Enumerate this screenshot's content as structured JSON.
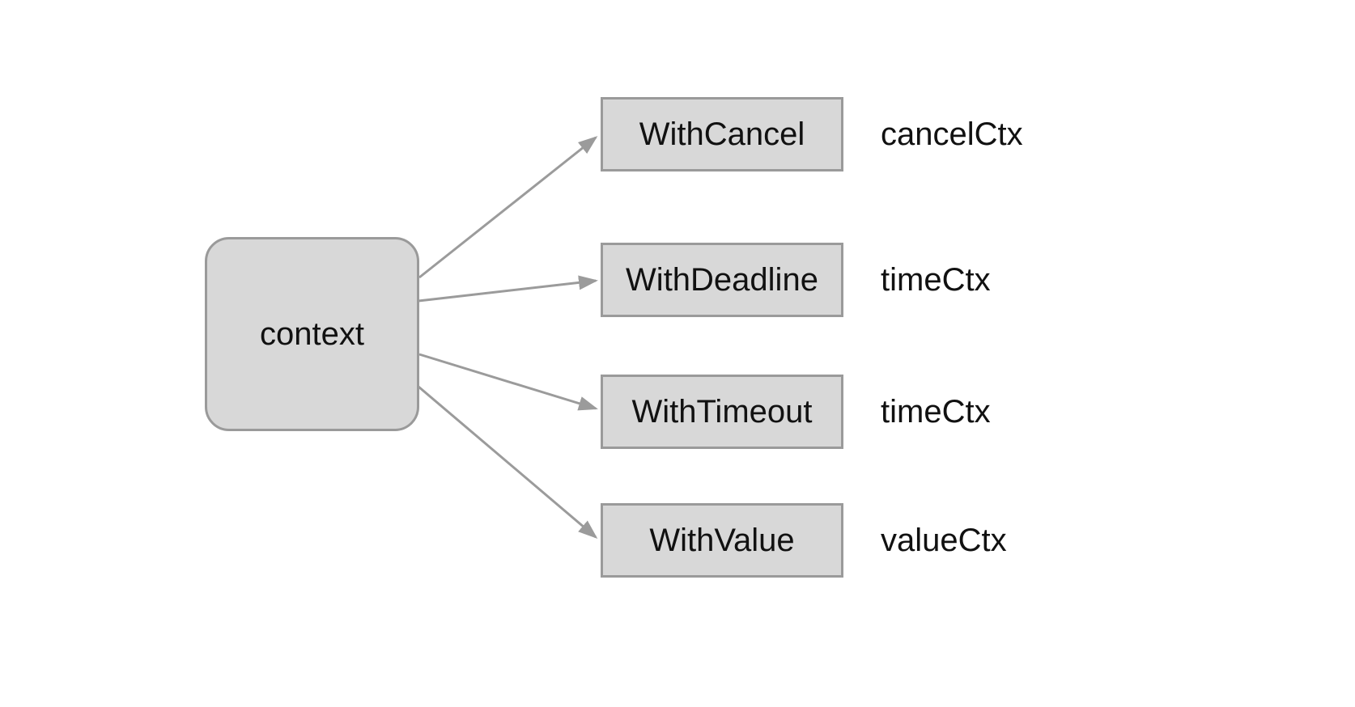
{
  "diagram": {
    "root": {
      "label": "context"
    },
    "branches": [
      {
        "function": "WithCancel",
        "context_type": "cancelCtx"
      },
      {
        "function": "WithDeadline",
        "context_type": "timeCtx"
      },
      {
        "function": "WithTimeout",
        "context_type": "timeCtx"
      },
      {
        "function": "WithValue",
        "context_type": "valueCtx"
      }
    ],
    "colors": {
      "node_fill": "#d8d8d8",
      "node_border": "#9a9a9a",
      "arrow": "#9b9b9b",
      "text": "#111111",
      "background": "#ffffff"
    }
  }
}
